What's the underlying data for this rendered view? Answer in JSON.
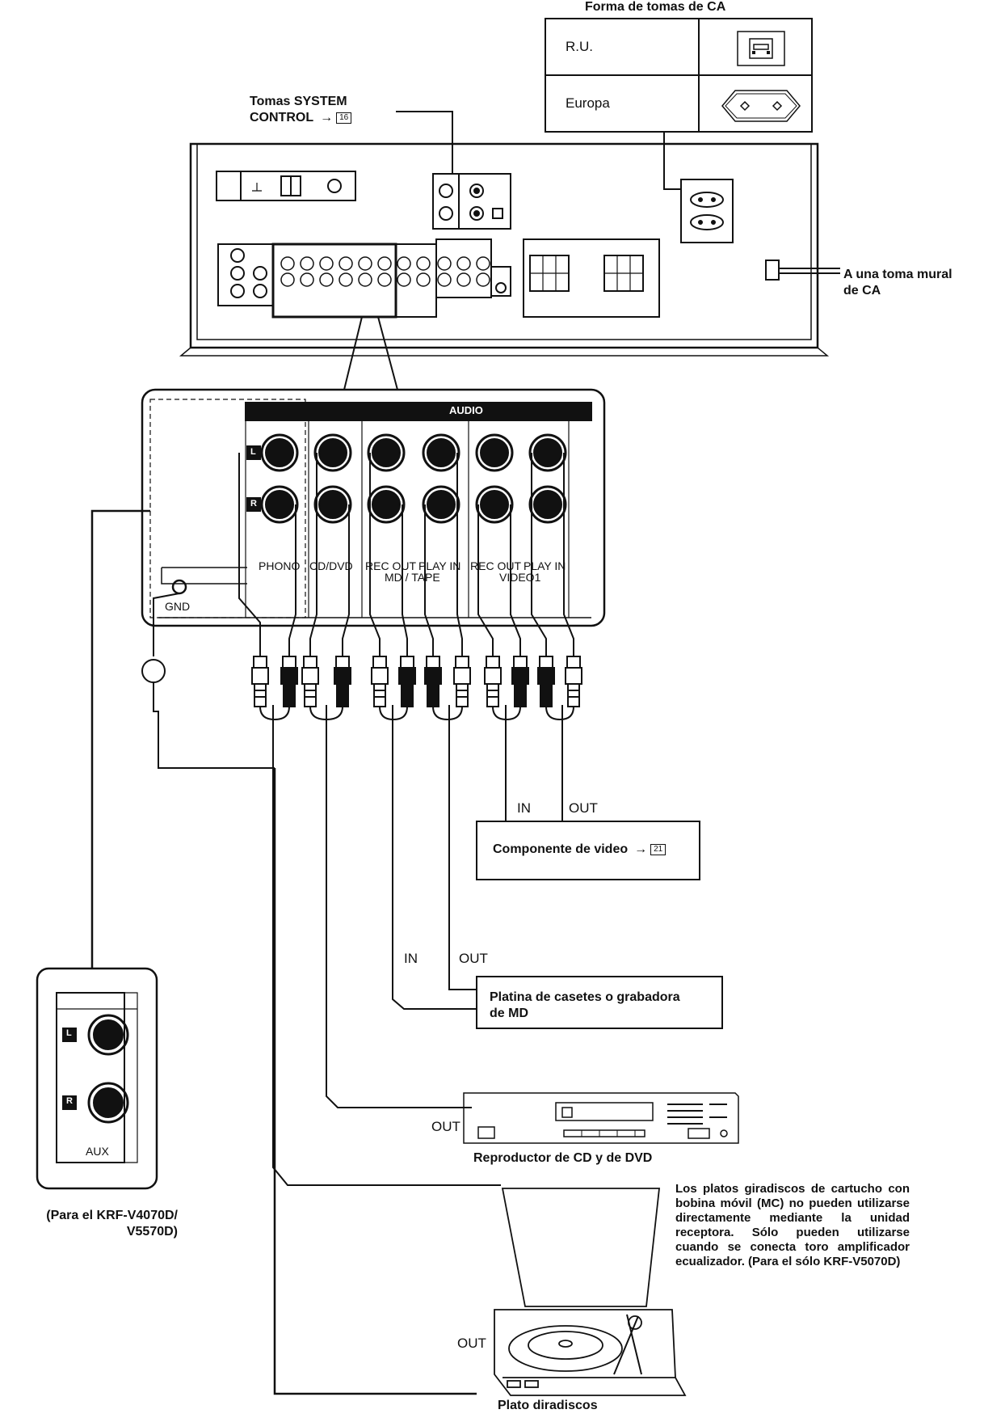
{
  "ac_outlet": {
    "title": "Forma de tomas de CA",
    "rows": [
      {
        "label": "R.U.",
        "icon": "uk-outlet-icon"
      },
      {
        "label": "Europa",
        "icon": "euro-outlet-icon"
      }
    ]
  },
  "system_control": {
    "line1": "Tomas SYSTEM",
    "line2": "CONTROL",
    "page_ref": "16"
  },
  "wall_outlet": {
    "line1": "A una toma mural",
    "line2": "de CA"
  },
  "panel": {
    "header": "AUDIO",
    "channel_l": "L",
    "channel_r": "R",
    "jacks": [
      "PHONO",
      "CD/DVD",
      "REC OUT",
      "PLAY IN",
      "REC OUT",
      "PLAY IN"
    ],
    "group_md": "MD / TAPE",
    "group_video": "VIDEO1",
    "gnd": "GND"
  },
  "video_component": {
    "label": "Componente de video",
    "page_ref": "21",
    "in": "IN",
    "out": "OUT"
  },
  "tape_deck": {
    "label_line1": "Platina de casetes o grabadora",
    "label_line2": "de MD",
    "in": "IN",
    "out": "OUT"
  },
  "cd_player": {
    "label": "Reproductor de CD y de DVD",
    "out": "OUT"
  },
  "aux_panel": {
    "channel_l": "L",
    "channel_r": "R",
    "label": "AUX",
    "note_line1": "(Para el KRF-V4070D/",
    "note_line2": "V5570D)"
  },
  "turntable": {
    "label": "Plato diradiscos",
    "out": "OUT",
    "note": "Los platos giradiscos de cartucho con bobina móvil (MC) no pueden utilizarse directamente mediante la unidad receptora. Sólo pueden utilizarse cuando se conecta toro amplificador ecualizador. (Para el sólo KRF-V5070D)"
  },
  "colors": {
    "ink": "#111111",
    "background": "#ffffff"
  }
}
